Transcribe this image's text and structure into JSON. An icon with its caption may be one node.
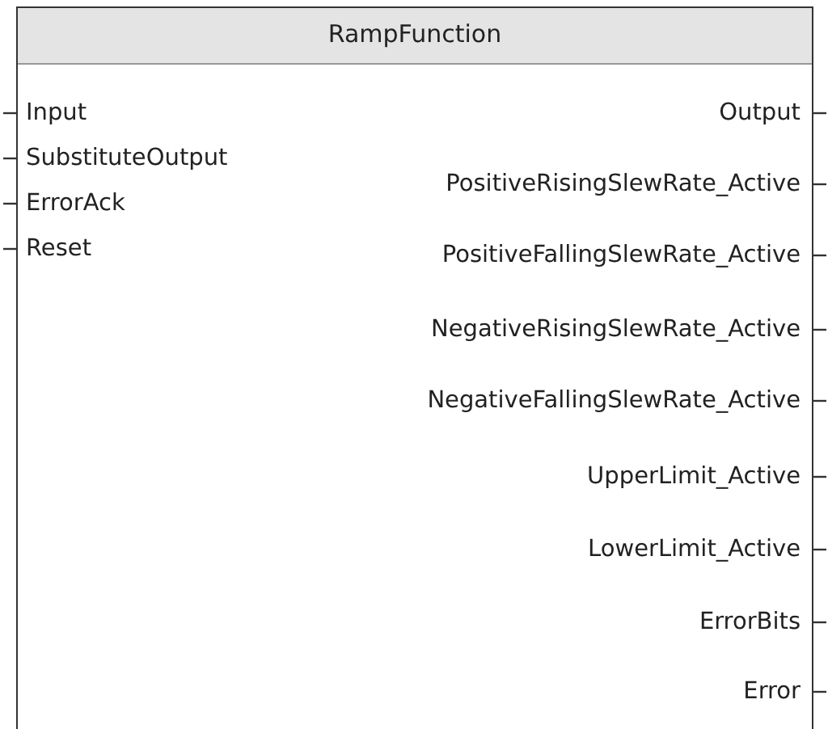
{
  "diagram": {
    "nodes": [
      {
        "text": [
          "RampFunction"
        ]
      }
    ],
    "edges": [],
    "labels": [
      "Input",
      "SubstituteOutput",
      "ErrorAck",
      "Reset",
      "Output",
      "PositiveRisingSlewRate_Active",
      "PositiveFallingSlewRate_Active",
      "NegativeRisingSlewRate_Active",
      "NegativeFallingSlewRate_Active",
      "UpperLimit_Active",
      "LowerLimit_Active",
      "ErrorBits",
      "Error"
    ]
  }
}
